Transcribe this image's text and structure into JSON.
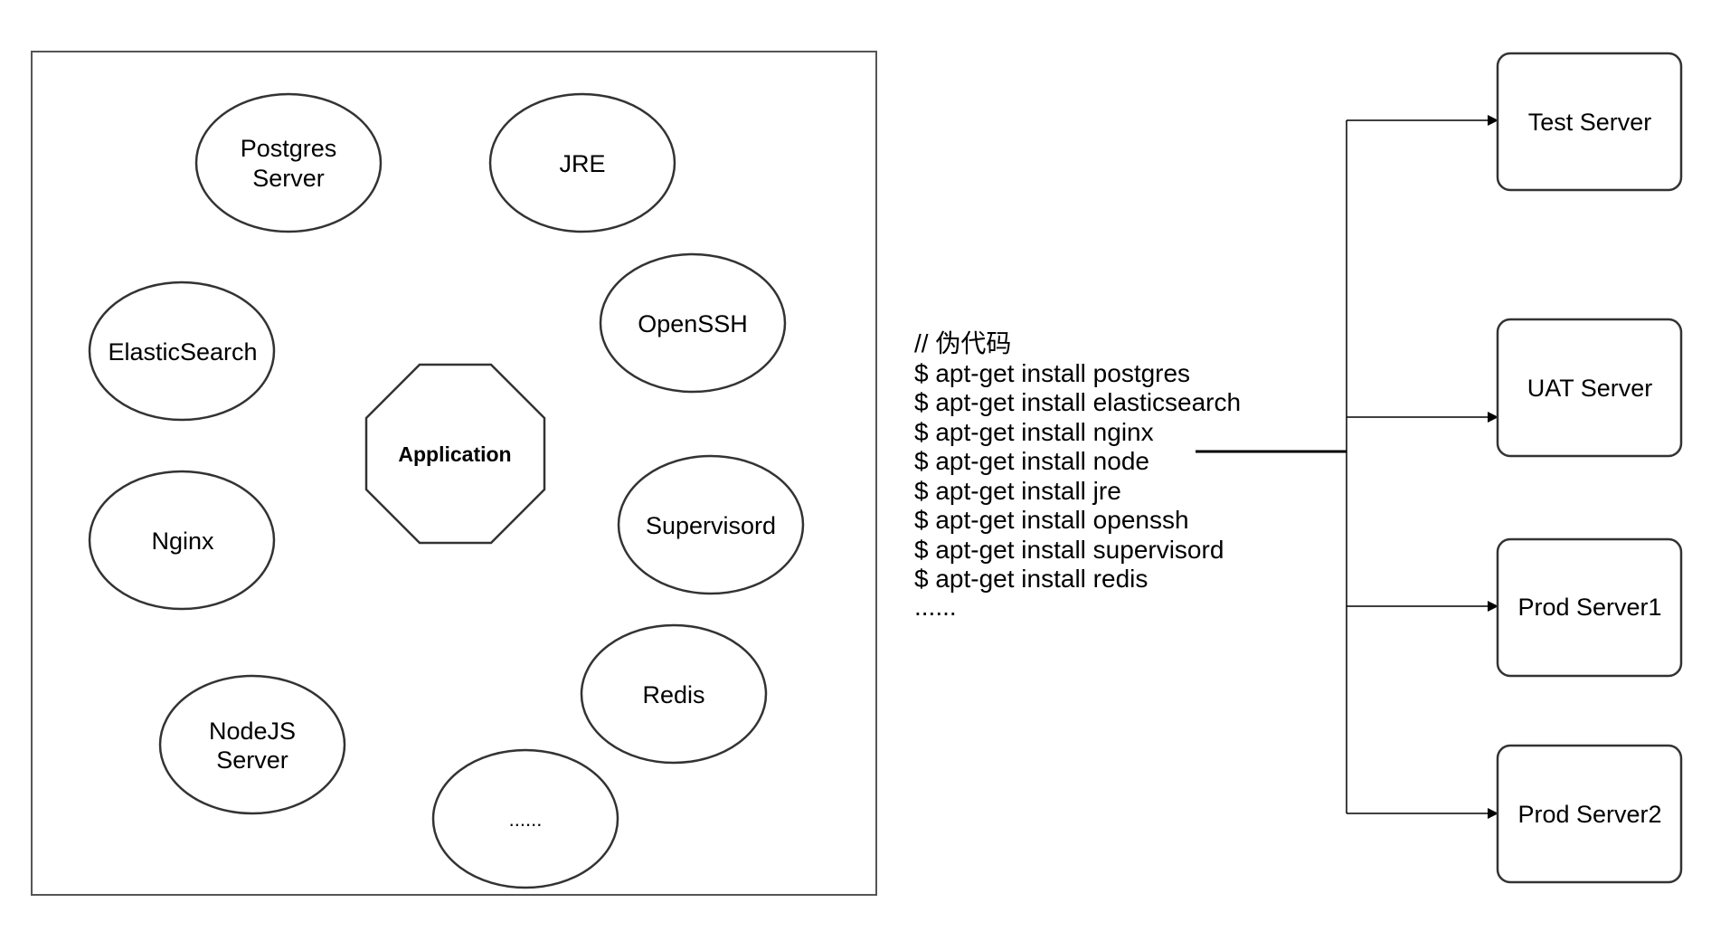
{
  "diagram": {
    "center": {
      "label": "Application"
    },
    "services": [
      {
        "id": "postgres",
        "lines": [
          "Postgres",
          "Server"
        ]
      },
      {
        "id": "jre",
        "lines": [
          "JRE"
        ]
      },
      {
        "id": "openssh",
        "lines": [
          "OpenSSH"
        ]
      },
      {
        "id": "elasticsearch",
        "lines": [
          "ElasticSearch"
        ]
      },
      {
        "id": "supervisord",
        "lines": [
          "Supervisord"
        ]
      },
      {
        "id": "nginx",
        "lines": [
          "Nginx"
        ]
      },
      {
        "id": "redis",
        "lines": [
          "Redis"
        ]
      },
      {
        "id": "nodejs",
        "lines": [
          "NodeJS",
          "Server"
        ]
      },
      {
        "id": "more",
        "lines": [
          "......"
        ]
      }
    ],
    "script_lines": [
      "// 伪代码",
      "$ apt-get install postgres",
      "$ apt-get install elasticsearch",
      "$ apt-get install nginx",
      "$ apt-get install node",
      "$ apt-get install jre",
      "$ apt-get install openssh",
      "$ apt-get install supervisord",
      "$ apt-get install redis",
      "......"
    ],
    "servers": [
      {
        "id": "test",
        "label": "Test Server"
      },
      {
        "id": "uat",
        "label": "UAT Server"
      },
      {
        "id": "prod1",
        "label": "Prod Server1"
      },
      {
        "id": "prod2",
        "label": "Prod Server2"
      }
    ]
  }
}
